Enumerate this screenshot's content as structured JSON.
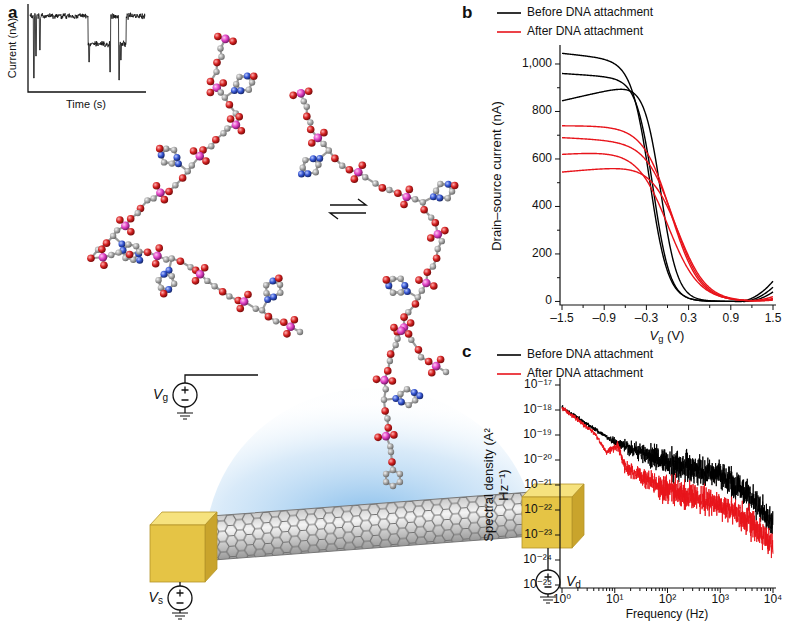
{
  "diagram": {
    "labels": [
      "a",
      "Current (nA)",
      "Time (s)",
      "Vg",
      "Vs",
      "Vd",
      "b",
      "1,000",
      "800",
      "600",
      "400",
      "200",
      "0",
      "Drain–source current (nA)",
      "–1.5",
      "–0.9",
      "–0.3",
      "0.3",
      "0.9",
      "1.5",
      "Vg (V)",
      "c",
      "10⁻¹⁷",
      "10⁻¹⁸",
      "10⁻¹⁹",
      "10⁻²⁰",
      "10⁻²¹",
      "10⁻²²",
      "10⁻²³",
      "10⁻²⁴",
      "10⁻²⁵",
      "Spectral density (A² Hz⁻¹)",
      "10⁰",
      "10¹",
      "10²",
      "10³",
      "10⁴",
      "Frequency (Hz)"
    ],
    "legend": [
      {
        "text": "Before DNA attachment"
      },
      {
        "text": "After DNA attachment"
      },
      {
        "text": "Before DNA attachment"
      },
      {
        "text": "After DNA attachment"
      }
    ]
  }
}
